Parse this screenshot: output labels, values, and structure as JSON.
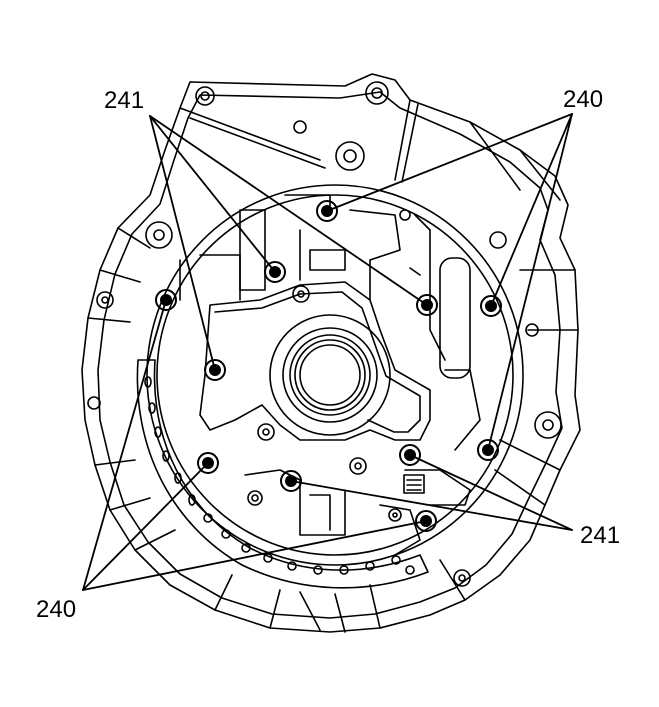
{
  "callouts": {
    "top_left": "241",
    "top_right": "240",
    "bottom_right": "241",
    "bottom_left": "240"
  },
  "colors": {
    "line": "#000000",
    "background": "#ffffff"
  }
}
